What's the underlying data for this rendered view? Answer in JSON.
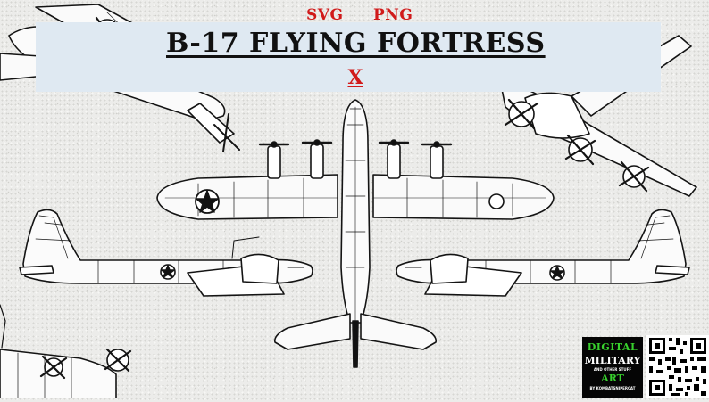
{
  "banner": {
    "formats": [
      "SVG",
      "PNG"
    ],
    "title": "B-17 FLYING FORTRESS",
    "mark": "X"
  },
  "logo": {
    "line1": "DIGITAL",
    "line2": "MILITARY",
    "line3": "AND OTHER STUFF",
    "line4": "ART",
    "line5": "BY KOMBATSNIPERCAT"
  },
  "icons": {
    "qr": "qr-code-icon",
    "aircraft": "bomber-aircraft-icon"
  },
  "colors": {
    "accent_red": "#d11a1a",
    "logo_green": "#38d12d",
    "banner_bg": "#dfe9f2",
    "ink": "#111111"
  }
}
